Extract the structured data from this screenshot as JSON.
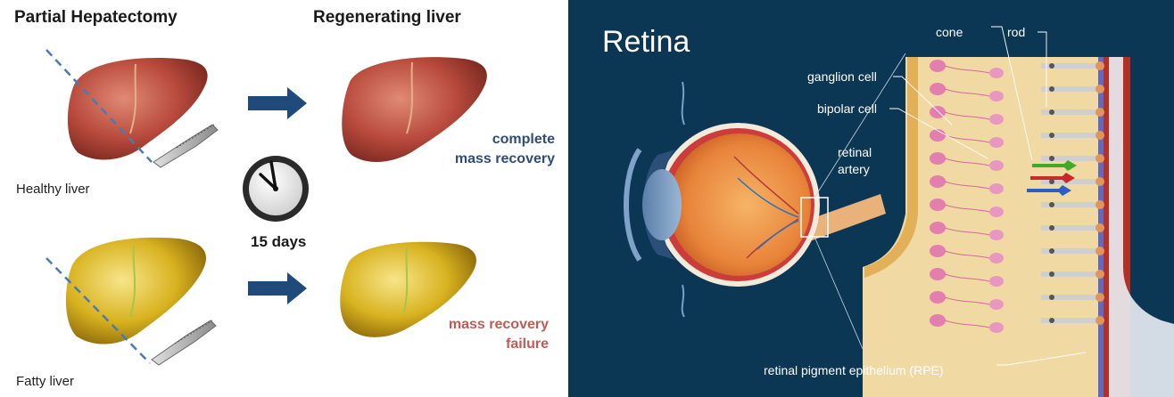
{
  "left_panel": {
    "heading_left": "Partial Hepatectomy",
    "heading_right": "Regenerating liver",
    "healthy_label": "Healthy liver",
    "fatty_label": "Fatty liver",
    "outcome_healthy_line1": "complete",
    "outcome_healthy_line2": "mass recovery",
    "outcome_fatty_line1": "mass recovery",
    "outcome_fatty_line2": "failure",
    "time_label": "15 days",
    "colors": {
      "healthy_liver": "#b84a3c",
      "fatty_liver": "#d8b21f",
      "arrow": "#1f4a7a",
      "cut_line": "#4a7ab5",
      "healthy_text": "#2e4d7a",
      "failure_text": "#c25b52"
    }
  },
  "right_panel": {
    "title": "Retina",
    "labels": {
      "cone": "cone",
      "rod": "rod",
      "ganglion_cell": "ganglion cell",
      "bipolar_cell": "bipolar cell",
      "retinal_artery_line1": "retinal",
      "retinal_artery_line2": "artery",
      "rpe": "retinal pigment epithelium (RPE)"
    },
    "colors": {
      "background": "#0b3654",
      "eye_orange": "#e8843a",
      "retina_pink": "#e898b8",
      "rpe": "#c8462d"
    }
  }
}
